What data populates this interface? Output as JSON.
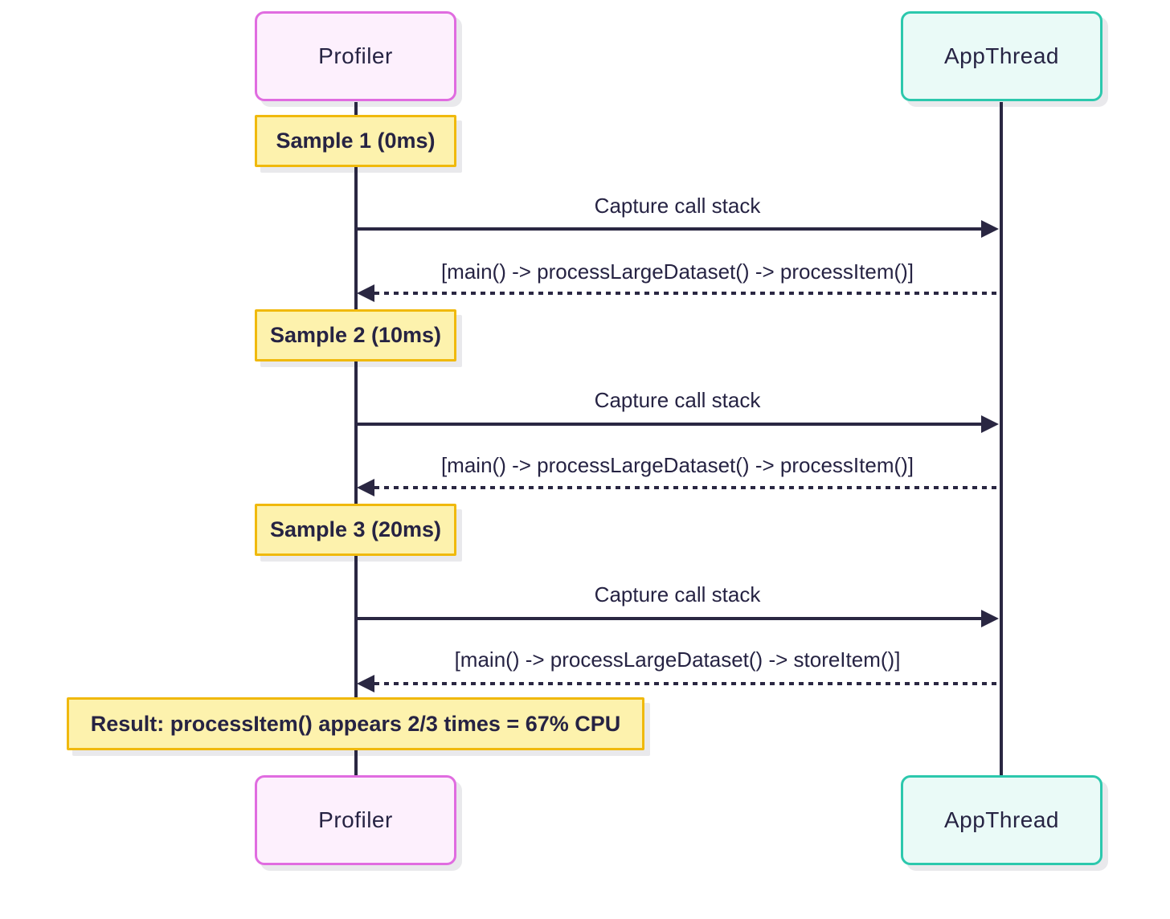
{
  "theme": {
    "background": "#ffffff",
    "line_ink": "#2a2742",
    "text_ink": "#262343",
    "profiler_fill": "#fdf0fd",
    "profiler_border": "#e06ce0",
    "appthread_fill": "#eafaf7",
    "appthread_border": "#2cc8ad",
    "note_fill": "#fdf2ad",
    "note_border": "#f0b90d"
  },
  "diagram": {
    "type": "sequence-diagram",
    "actors": [
      {
        "id": "profiler",
        "label": "Profiler"
      },
      {
        "id": "appthread",
        "label": "AppThread"
      }
    ],
    "notes": [
      {
        "over": "Profiler",
        "label": "Sample 1 (0ms)"
      },
      {
        "over": "Profiler",
        "label": "Sample 2 (10ms)"
      },
      {
        "over": "Profiler",
        "label": "Sample 3 (20ms)"
      },
      {
        "over": "Profiler",
        "label": "Result: processItem() appears 2/3 times = 67% CPU"
      }
    ],
    "messages": [
      {
        "from": "Profiler",
        "to": "AppThread",
        "line": "solid",
        "label": "Capture call stack"
      },
      {
        "from": "AppThread",
        "to": "Profiler",
        "line": "dotted",
        "label": "[main() -> processLargeDataset() -> processItem()]"
      },
      {
        "from": "Profiler",
        "to": "AppThread",
        "line": "solid",
        "label": "Capture call stack"
      },
      {
        "from": "AppThread",
        "to": "Profiler",
        "line": "dotted",
        "label": "[main() -> processLargeDataset() -> processItem()]"
      },
      {
        "from": "Profiler",
        "to": "AppThread",
        "line": "solid",
        "label": "Capture call stack"
      },
      {
        "from": "AppThread",
        "to": "Profiler",
        "line": "dotted",
        "label": "[main() -> processLargeDataset() -> storeItem()]"
      }
    ]
  }
}
